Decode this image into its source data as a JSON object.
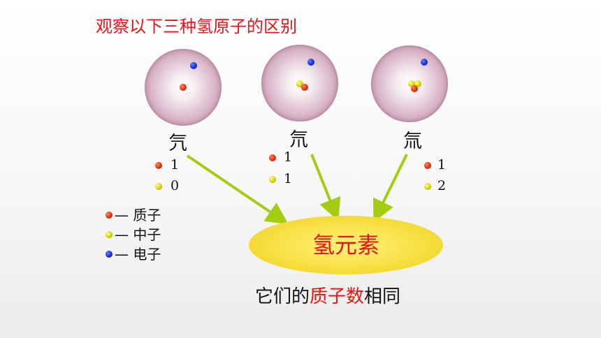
{
  "title": "观察以下三种氢原子的区别",
  "isotopes": [
    {
      "name": "氕",
      "protons": "1",
      "neutrons": "0"
    },
    {
      "name": "氘",
      "protons": "1",
      "neutrons": "1"
    },
    {
      "name": "氚",
      "protons": "1",
      "neutrons": "2"
    }
  ],
  "legend": {
    "proton": "— 质子",
    "neutron": "— 中子",
    "electron": "— 电子"
  },
  "element": "氢元素",
  "conclusion": {
    "prefix": "它们的",
    "highlight": "质子数",
    "suffix": "相同"
  },
  "colors": {
    "proton": "#e03010",
    "neutron": "#d8d000",
    "electron": "#1030e0",
    "arrow": "#a4cc10",
    "title": "#e8141a"
  }
}
